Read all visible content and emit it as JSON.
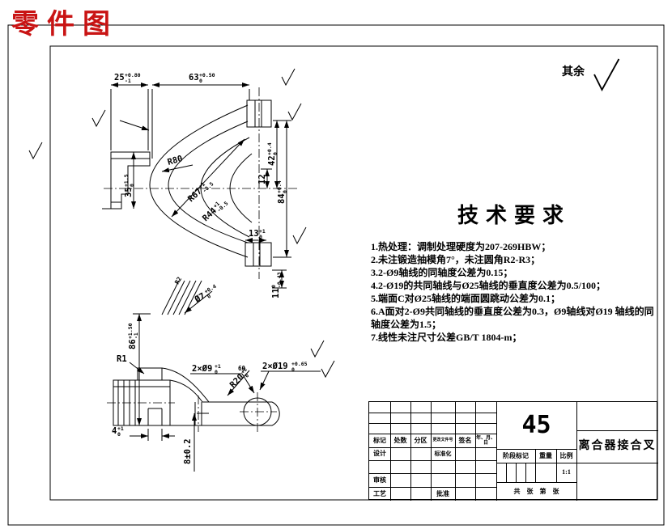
{
  "stamp": {
    "text": "零件图"
  },
  "surplus": {
    "label": "其余"
  },
  "tech": {
    "heading": "技术要求",
    "lines": [
      "1.热处理：调制处理硬度为207-269HBW；",
      "2.未注锻造抽模角7°，未注圆角R2-R3；",
      "3.2-Ø9轴线的同轴度公差为0.15；",
      "4.2-Ø19的共同轴线与Ø25轴线的垂直度公差为0.5/100；",
      "5.端面C对Ø25轴线的端面圆跳动公差为0.1；",
      "6.A面对2-Ø9共同轴线的垂直度公差为0.3，Ø9轴线对Ø19 轴线的同轴度公差为1.5；",
      "7.线性未注尺寸公差GB/T 1804-m；"
    ]
  },
  "title_block": {
    "material": "45",
    "part_name": "离合器接合叉",
    "scale_value": "1:1",
    "sheets_row": "共　张　第　张",
    "labels": {
      "mark": "标记",
      "count": "处数",
      "zone": "分区",
      "change_file": "更改文件号",
      "sign": "签名",
      "date": "年、月、日",
      "design": "设计",
      "standard": "标准化",
      "review": "审核",
      "craft": "工艺",
      "approve": "批准",
      "stage": "阶段标记",
      "weight": "重量",
      "scale": "比例"
    }
  },
  "dims": {
    "d25": {
      "v": "25",
      "hi": "+0.80",
      "lo": "-1"
    },
    "d63": {
      "v": "63",
      "hi": "+0.50",
      "lo": "0"
    },
    "d42": {
      "v": "42",
      "hi": "+0.4",
      "lo": "0"
    },
    "d84": {
      "v": "84",
      "hi": "+0.4",
      "lo": "0"
    },
    "d12": {
      "v": "12"
    },
    "r80": {
      "v": "R80"
    },
    "r67": {
      "v": "R67",
      "hi": "+1",
      "lo": "-0.5"
    },
    "r44": {
      "v": "R44",
      "hi": "+1",
      "lo": "-0.5"
    },
    "d35": {
      "v": "35",
      "hi": "+1.5",
      "lo": "0"
    },
    "d13": {
      "v": "13",
      "hi": "+1",
      "lo": "0"
    },
    "d11": {
      "v": "11",
      "hi": "0",
      "lo": "-0.43"
    },
    "d7": {
      "v": "Ø7",
      "hi": "+0.4",
      "lo": "0"
    },
    "r2": {
      "v": "R2"
    },
    "d86": {
      "v": "86",
      "hi": "+1.50",
      "lo": "-1"
    },
    "r1": {
      "v": "R1"
    },
    "r20": {
      "v": "R20",
      "hi": "+2",
      "lo": "0"
    },
    "d9": {
      "v": "2×Ø9",
      "hi": "+1",
      "lo": "0"
    },
    "n60": {
      "v": "60"
    },
    "d19": {
      "v": "2×Ø19",
      "hi": "+0.65",
      "lo": "0"
    },
    "d4": {
      "v": "4",
      "hi": "+1",
      "lo": "0"
    },
    "d8": {
      "v": "8±0.2"
    }
  },
  "colors": {
    "stamp_red": "#c91414",
    "line": "#000000",
    "paper": "#ffffff"
  }
}
